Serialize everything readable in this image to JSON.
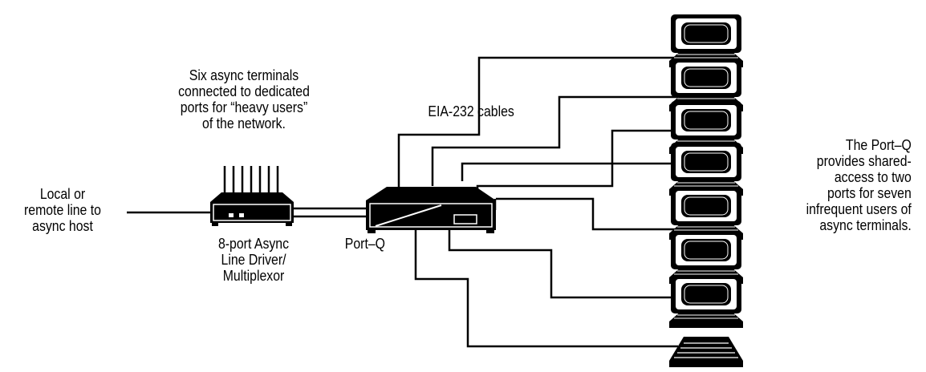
{
  "labels": {
    "host_line": "Local or\nremote line to\nasync host",
    "heavy_users": "Six async terminals\nconnected to dedicated\nports for “heavy users”\nof the network.",
    "cables": "EIA-232 cables",
    "line_driver": "8-port Async\nLine Driver/\nMultiplexor",
    "port_q": "Port–Q",
    "shared_access": "The Port–Q\nprovides shared-\naccess to two\nports for seven\ninfrequent users of\nasync terminals."
  },
  "colors": {
    "ink": "#000000",
    "screen_glow": "#ffffff"
  },
  "icons": {
    "multiplexor": "line-driver-icon",
    "port_q": "port-q-icon",
    "terminal": "terminal-icon"
  }
}
